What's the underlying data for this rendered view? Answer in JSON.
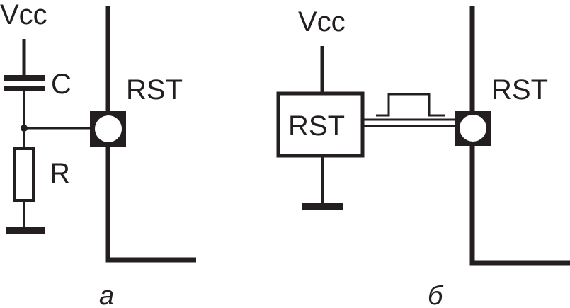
{
  "diagram_a": {
    "vcc_label": "Vcc",
    "capacitor_label": "C",
    "resistor_label": "R",
    "pin_label": "RST",
    "caption": "а"
  },
  "diagram_b": {
    "vcc_label": "Vcc",
    "generator_label": "RST",
    "pin_label": "RST",
    "caption": "б"
  },
  "colors": {
    "ink": "#231f20",
    "background": "#ffffff"
  }
}
